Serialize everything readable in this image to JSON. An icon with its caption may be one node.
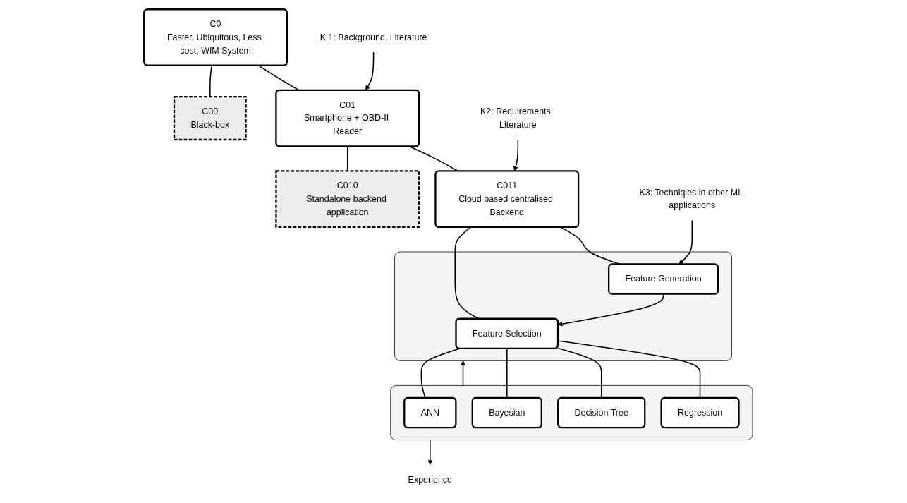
{
  "diagram": {
    "nodes": [
      {
        "text": [
          "C0",
          "Faster, Ubiquitous, Less cost, WIM System"
        ]
      },
      {
        "text": [
          "C00",
          "Black-box"
        ]
      },
      {
        "text": [
          "C01",
          "Smartphone + OBD-II Reader"
        ]
      },
      {
        "text": [
          "C010",
          "Standalone backend application"
        ]
      },
      {
        "text": [
          "C011",
          "Cloud based centralised Backend"
        ]
      },
      {
        "text": [],
        "shape": "box"
      },
      {
        "text": [
          "Feature Selection"
        ],
        "in": 5
      },
      {
        "text": [
          "Feature Generation"
        ],
        "in": 5
      },
      {
        "text": [],
        "shape": "box"
      },
      {
        "text": [
          "ANN"
        ],
        "in": 8
      },
      {
        "text": [
          "Bayesian"
        ],
        "in": 8
      },
      {
        "text": [
          "Decision Tree"
        ],
        "in": 8
      },
      {
        "text": [
          "Regression"
        ],
        "in": 8
      },
      {
        "text": [
          "K 1: Background, Literature"
        ]
      },
      {
        "text": [
          "K2: Requirements, Literature"
        ]
      },
      {
        "text": [
          "K3: Techniqies in other ML applications"
        ]
      },
      {
        "text": [
          "Experience"
        ]
      }
    ],
    "edges": [
      {
        "from": 0,
        "to": 1,
        "arrow": "none"
      },
      {
        "from": 0,
        "to": 2,
        "arrow": "none"
      },
      {
        "from": 2,
        "to": 3,
        "arrow": "none"
      },
      {
        "from": 2,
        "to": 4,
        "arrow": "none"
      },
      {
        "from": 4,
        "to": 6,
        "arrow": "none"
      },
      {
        "from": 4,
        "to": 7,
        "arrow": "none"
      },
      {
        "from": 6,
        "to": 9,
        "arrow": "none"
      },
      {
        "from": 6,
        "to": 10,
        "arrow": "none"
      },
      {
        "from": 6,
        "to": 11,
        "arrow": "none"
      },
      {
        "from": 6,
        "to": 12,
        "arrow": "none"
      },
      {
        "from": 13,
        "to": 2,
        "arrow": "to"
      },
      {
        "from": 14,
        "to": 4,
        "arrow": "to"
      },
      {
        "from": 15,
        "to": 7,
        "arrow": "to"
      },
      {
        "from": 7,
        "to": 6,
        "arrow": "to"
      },
      {
        "from": 8,
        "to": 5,
        "arrow": "to"
      },
      {
        "from": 8,
        "to": 16,
        "arrow": "to"
      }
    ]
  }
}
